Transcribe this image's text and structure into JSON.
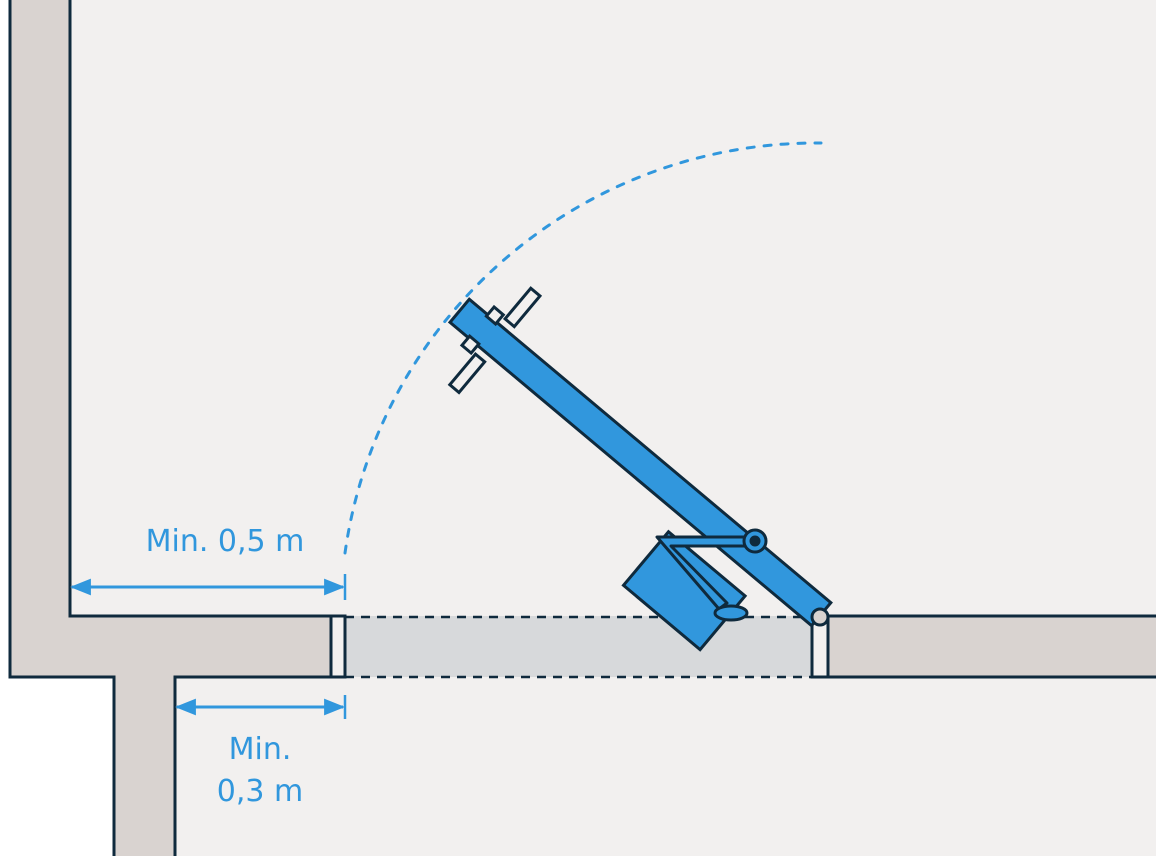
{
  "dimensions": {
    "wall_clearance": {
      "label": "Min. 0,5 m"
    },
    "corridor_clearance": {
      "line1": "Min.",
      "line2": "0,3 m"
    }
  },
  "colors": {
    "room_floor": "#f2f0ef",
    "wall_fill": "#d9d3d0",
    "outline": "#0f2a3d",
    "door_blue": "#3197dd",
    "threshold_fill": "#d7d9db",
    "swing_arc": "#3197dd"
  },
  "icons": {
    "door_leaf": "door-leaf-icon",
    "lever_handle": "lever-handle-icon",
    "door_closer": "door-closer-icon",
    "hinge": "hinge-icon"
  }
}
